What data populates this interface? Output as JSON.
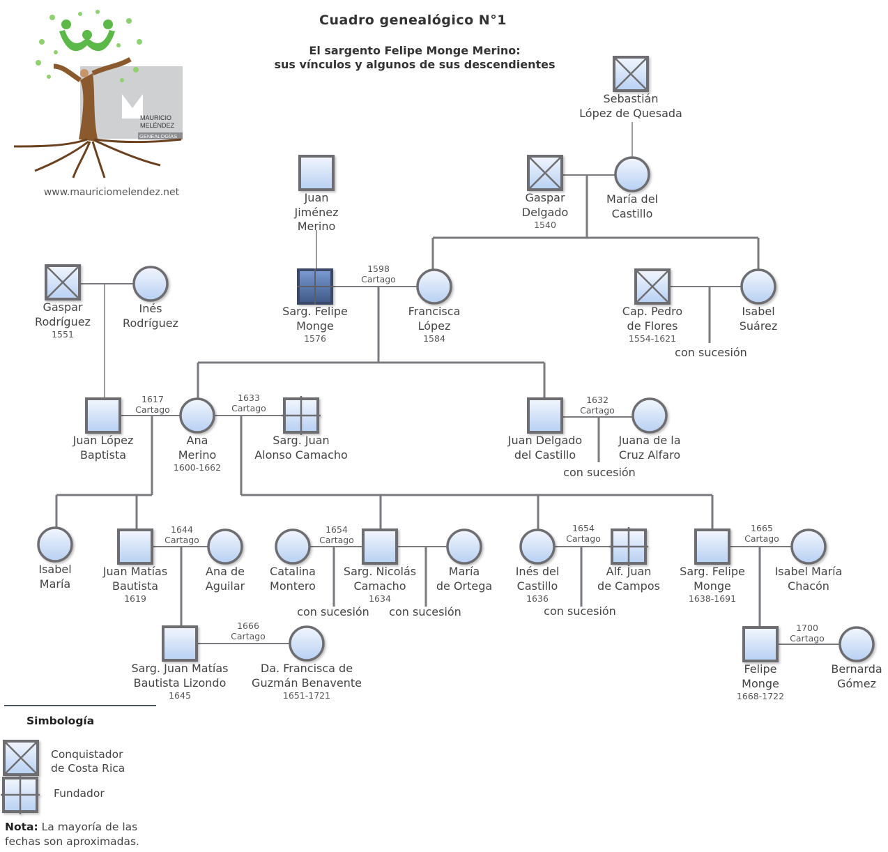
{
  "header": {
    "title": "Cuadro genealógico N°1",
    "subtitle_line1": "El sargento Felipe Monge Merino:",
    "subtitle_line2": "sus vínculos y algunos de sus descendientes"
  },
  "logo": {
    "brand_line1": "MAURICIO",
    "brand_line2": "MELÉNDEZ",
    "brand_tag": "GENEALOGÍAS",
    "url": "www.mauriciomelendez.net",
    "colors": {
      "leaves": "#5cb848",
      "trunk": "#7a4f2a",
      "panel": "#cfd0d2",
      "tag": "#8a8c8f"
    }
  },
  "colors": {
    "symbol_fill_top": "#f2f6fd",
    "symbol_fill_bottom": "#b7d0f3",
    "symbol_border": "#6e6e72",
    "highlight_top": "#7b9bd3",
    "highlight_bottom": "#3e5886",
    "line": "#7a7a7e"
  },
  "people": [
    {
      "id": "sebastian",
      "type": "conquistador",
      "sex": "M",
      "name": [
        "Sebastián",
        "López de Quesada"
      ],
      "years": ""
    },
    {
      "id": "gaspar_delgado",
      "type": "conquistador",
      "sex": "M",
      "name": [
        "Gaspar",
        "Delgado"
      ],
      "years": "1540"
    },
    {
      "id": "maria_castillo",
      "type": "normal",
      "sex": "F",
      "name": [
        "María del",
        "Castillo"
      ],
      "years": ""
    },
    {
      "id": "juan_jimenez",
      "type": "normal",
      "sex": "M",
      "name": [
        "Juan",
        "Jiménez",
        "Merino"
      ],
      "years": ""
    },
    {
      "id": "felipe_monge",
      "type": "highlight",
      "sex": "M",
      "name": [
        "Sarg. Felipe",
        "Monge"
      ],
      "years": "1576"
    },
    {
      "id": "francisca_lopez",
      "type": "normal",
      "sex": "F",
      "name": [
        "Francisca",
        "López"
      ],
      "years": "1584"
    },
    {
      "id": "pedro_flores",
      "type": "conquistador",
      "sex": "M",
      "name": [
        "Cap. Pedro",
        "de Flores"
      ],
      "years": "1554-1621"
    },
    {
      "id": "isabel_suarez",
      "type": "normal",
      "sex": "F",
      "name": [
        "Isabel",
        "Suárez"
      ],
      "years": ""
    },
    {
      "id": "gaspar_rodriguez",
      "type": "conquistador",
      "sex": "M",
      "name": [
        "Gaspar",
        "Rodríguez"
      ],
      "years": "1551"
    },
    {
      "id": "ines_rodriguez",
      "type": "normal",
      "sex": "F",
      "name": [
        "Inés",
        "Rodríguez"
      ],
      "years": ""
    },
    {
      "id": "juan_lopez",
      "type": "normal",
      "sex": "M",
      "name": [
        "Juan López",
        "Baptista"
      ],
      "years": ""
    },
    {
      "id": "ana_merino",
      "type": "normal",
      "sex": "F",
      "name": [
        "Ana",
        "Merino"
      ],
      "years": "1600-1662"
    },
    {
      "id": "juan_alonso",
      "type": "fundador",
      "sex": "M",
      "name": [
        "Sarg. Juan",
        "Alonso Camacho"
      ],
      "years": ""
    },
    {
      "id": "juan_delgado",
      "type": "normal",
      "sex": "M",
      "name": [
        "Juan Delgado",
        "del Castillo"
      ],
      "years": ""
    },
    {
      "id": "juana_cruz",
      "type": "normal",
      "sex": "F",
      "name": [
        "Juana de la",
        "Cruz Alfaro"
      ],
      "years": ""
    },
    {
      "id": "isabel_maria",
      "type": "normal",
      "sex": "F",
      "name": [
        "Isabel",
        "María"
      ],
      "years": ""
    },
    {
      "id": "juan_matias",
      "type": "normal",
      "sex": "M",
      "name": [
        "Juan Matías",
        "Bautista"
      ],
      "years": "1619"
    },
    {
      "id": "ana_aguilar",
      "type": "normal",
      "sex": "F",
      "name": [
        "Ana de",
        "Aguilar"
      ],
      "years": ""
    },
    {
      "id": "catalina",
      "type": "normal",
      "sex": "F",
      "name": [
        "Catalina",
        "Montero"
      ],
      "years": ""
    },
    {
      "id": "nicolas",
      "type": "normal",
      "sex": "M",
      "name": [
        "Sarg. Nicolás",
        "Camacho"
      ],
      "years": "1634"
    },
    {
      "id": "maria_ortega",
      "type": "normal",
      "sex": "F",
      "name": [
        "María",
        "de Ortega"
      ],
      "years": ""
    },
    {
      "id": "ines_castillo",
      "type": "normal",
      "sex": "F",
      "name": [
        "Inés del",
        "Castillo"
      ],
      "years": "1636"
    },
    {
      "id": "juan_campos",
      "type": "fundador",
      "sex": "M",
      "name": [
        "Alf. Juan",
        "de Campos"
      ],
      "years": ""
    },
    {
      "id": "felipe_monge2",
      "type": "normal",
      "sex": "M",
      "name": [
        "Sarg. Felipe",
        "Monge"
      ],
      "years": "1638-1691"
    },
    {
      "id": "isabel_chacon",
      "type": "normal",
      "sex": "F",
      "name": [
        "Isabel María",
        "Chacón"
      ],
      "years": ""
    },
    {
      "id": "juan_matias_lizondo",
      "type": "normal",
      "sex": "M",
      "name": [
        "Sarg. Juan Matías",
        "Bautista Lizondo"
      ],
      "years": "1645"
    },
    {
      "id": "francisca_guzman",
      "type": "normal",
      "sex": "F",
      "name": [
        "Da. Francisca de",
        "Guzmán Benavente"
      ],
      "years": "1651-1721"
    },
    {
      "id": "felipe_monge3",
      "type": "normal",
      "sex": "M",
      "name": [
        "Felipe",
        "Monge"
      ],
      "years": "1668-1722"
    },
    {
      "id": "bernarda",
      "type": "normal",
      "sex": "F",
      "name": [
        "Bernarda",
        "Gómez"
      ],
      "years": ""
    }
  ],
  "marriages": [
    {
      "a": "felipe_monge",
      "b": "francisca_lopez",
      "year": "1598",
      "place": "Cartago"
    },
    {
      "a": "juan_lopez",
      "b": "ana_merino",
      "year": "1617",
      "place": "Cartago"
    },
    {
      "a": "ana_merino",
      "b": "juan_alonso",
      "year": "1633",
      "place": "Cartago"
    },
    {
      "a": "juan_delgado",
      "b": "juana_cruz",
      "year": "1632",
      "place": "Cartago"
    },
    {
      "a": "juan_matias",
      "b": "ana_aguilar",
      "year": "1644",
      "place": "Cartago"
    },
    {
      "a": "catalina",
      "b": "nicolas",
      "year": "1654",
      "place": "Cartago"
    },
    {
      "a": "ines_castillo",
      "b": "juan_campos",
      "year": "1654",
      "place": "Cartago"
    },
    {
      "a": "felipe_monge2",
      "b": "isabel_chacon",
      "year": "1665",
      "place": "Cartago"
    },
    {
      "a": "juan_matias_lizondo",
      "b": "francisca_guzman",
      "year": "1666",
      "place": "Cartago"
    },
    {
      "a": "felipe_monge3",
      "b": "bernarda",
      "year": "1700",
      "place": "Cartago"
    }
  ],
  "descent_note": "con sucesión",
  "legend": {
    "title": "Simbología",
    "items": [
      {
        "symbol": "conquistador",
        "label_line1": "Conquistador",
        "label_line2": "de Costa Rica"
      },
      {
        "symbol": "fundador",
        "label_line1": "Fundador",
        "label_line2": ""
      }
    ],
    "note_label": "Nota:",
    "note_text": " La mayoría de las fechas son aproximadas."
  }
}
